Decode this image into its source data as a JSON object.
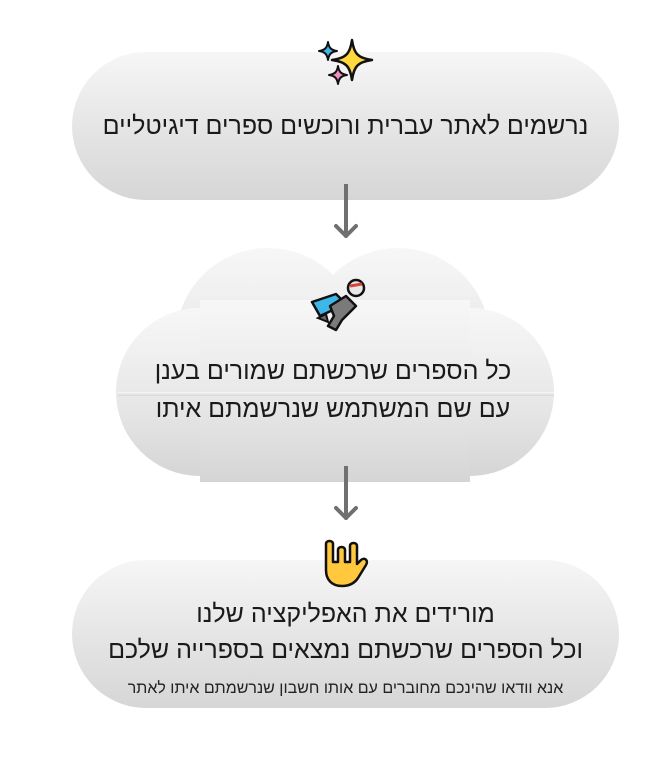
{
  "step1": {
    "text": "נרשמים לאתר עברית ורוכשים ספרים דיגיטליים",
    "icon": "sparkles-icon"
  },
  "step2": {
    "line1": "כל הספרים שרכשתם שמורים בענן",
    "line2": "עם שם המשתמש שנרשמתם איתו",
    "icon": "superhero-icon"
  },
  "step3": {
    "line1": "מורידים את האפליקציה שלנו",
    "line2": "וכל הספרים שרכשתם נמצאים בספרייה שלכם",
    "note": "אנא וודאו שהינכם מחוברים עם אותו חשבון שנרשמתם איתו לאתר",
    "icon": "love-you-hand-icon"
  },
  "colors": {
    "arrow": "#707070",
    "node_top": "#f6f6f6",
    "node_bottom": "#d6d6d6"
  }
}
